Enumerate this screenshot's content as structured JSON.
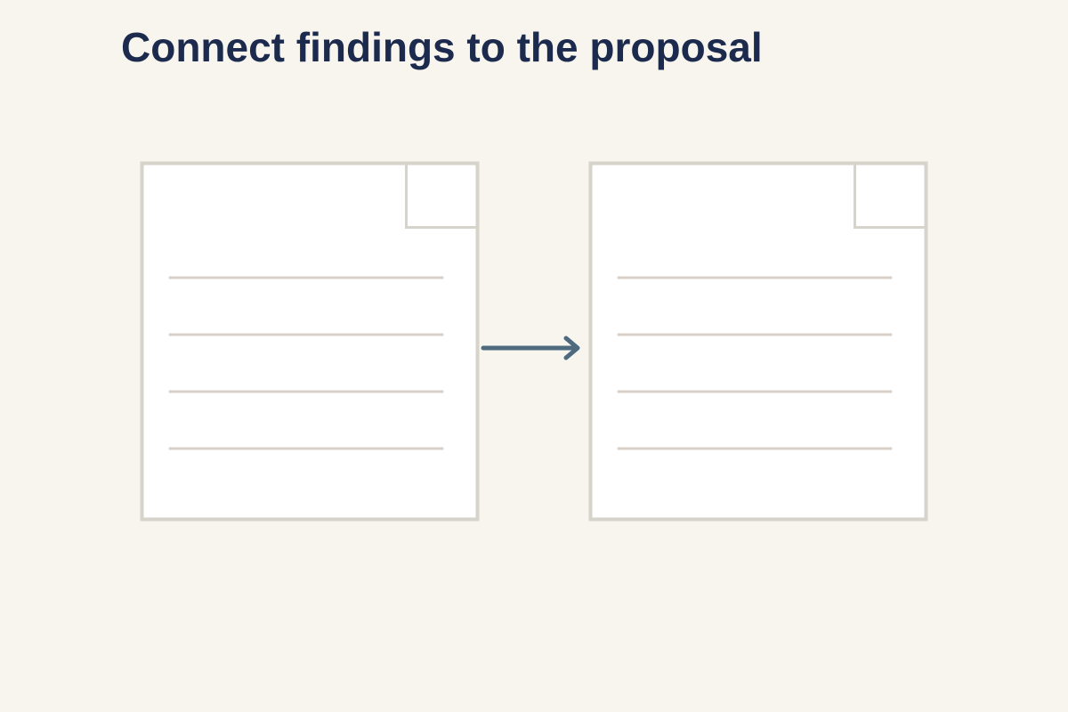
{
  "header": {
    "title": "Connect findings to the proposal"
  },
  "diagram": {
    "nodes": [
      {
        "id": "findings-document",
        "icon": "document-icon",
        "content_lines": 4
      },
      {
        "id": "proposal-document",
        "icon": "document-icon",
        "content_lines": 4
      }
    ],
    "edges": [
      {
        "from": "findings-document",
        "to": "proposal-document",
        "icon": "arrow-right-icon"
      }
    ],
    "colors": {
      "background": "#f8f4ee",
      "title": "#1c2b4d",
      "document_fill": "#ffffff",
      "document_border": "#d6d3cb",
      "document_lines": "#d8d0c8",
      "arrow": "#4e6a7e"
    }
  }
}
